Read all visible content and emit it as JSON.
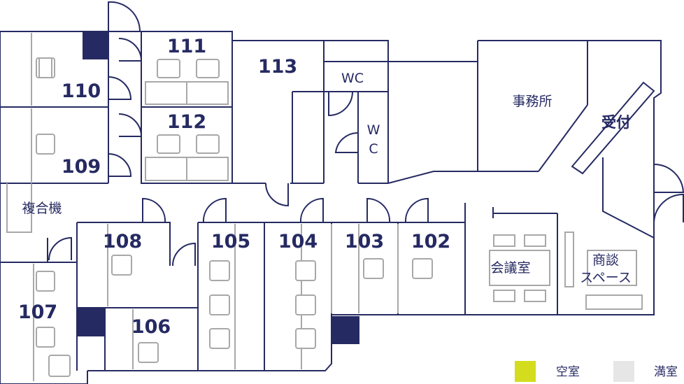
{
  "rooms": {
    "r110": "110",
    "r111": "111",
    "r112": "112",
    "r113": "113",
    "r109": "109",
    "r108": "108",
    "r107": "107",
    "r106": "106",
    "r105": "105",
    "r104": "104",
    "r103": "103",
    "r102": "102"
  },
  "labels": {
    "wc1": "WC",
    "wc2_w": "W",
    "wc2_c": "C",
    "office": "事務所",
    "reception": "受付",
    "copier": "複合機",
    "meeting": "会議室",
    "lounge_line1": "商談",
    "lounge_line2": "スペース"
  },
  "legend": {
    "vacant": {
      "label": "空室",
      "color": "#d4dc1e"
    },
    "occupied": {
      "label": "満室",
      "color": "#e6e6e6"
    }
  },
  "colors": {
    "wall": "#262a62",
    "furniture": "#a8a8a8"
  }
}
